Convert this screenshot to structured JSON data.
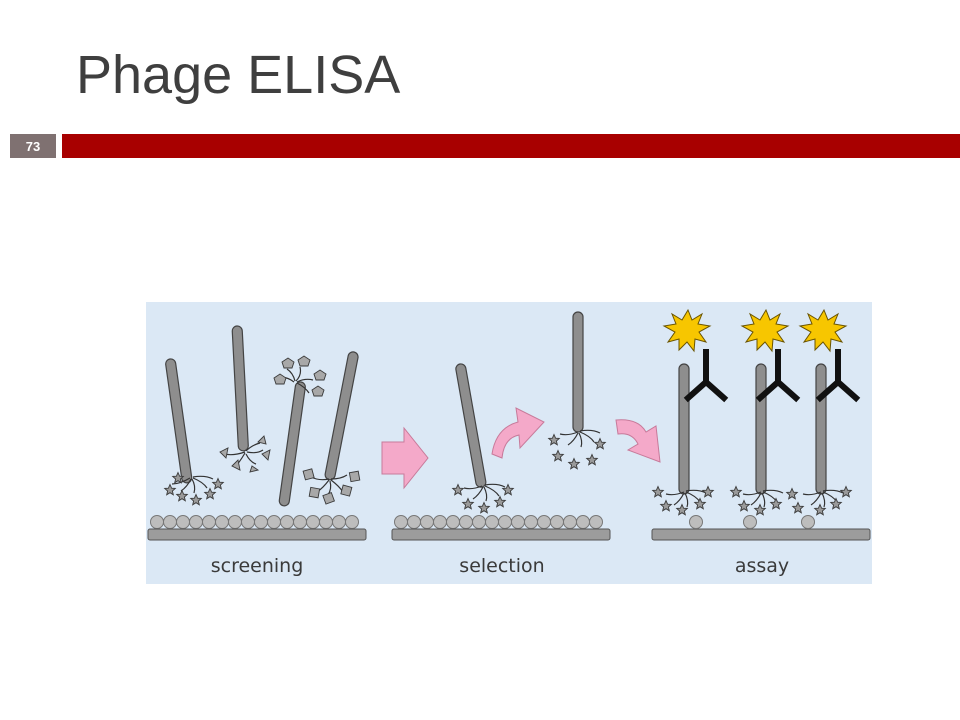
{
  "slide": {
    "title": "Phage ELISA",
    "number": "73"
  },
  "figure": {
    "labels": {
      "screening": "screening",
      "selection": "selection",
      "assay": "assay"
    },
    "colors": {
      "background": "#dbe8f5",
      "phage": "#8e8e8e",
      "arrow": "#f4a9c9",
      "burst": "#f7c600",
      "antibody": "#111111"
    }
  }
}
